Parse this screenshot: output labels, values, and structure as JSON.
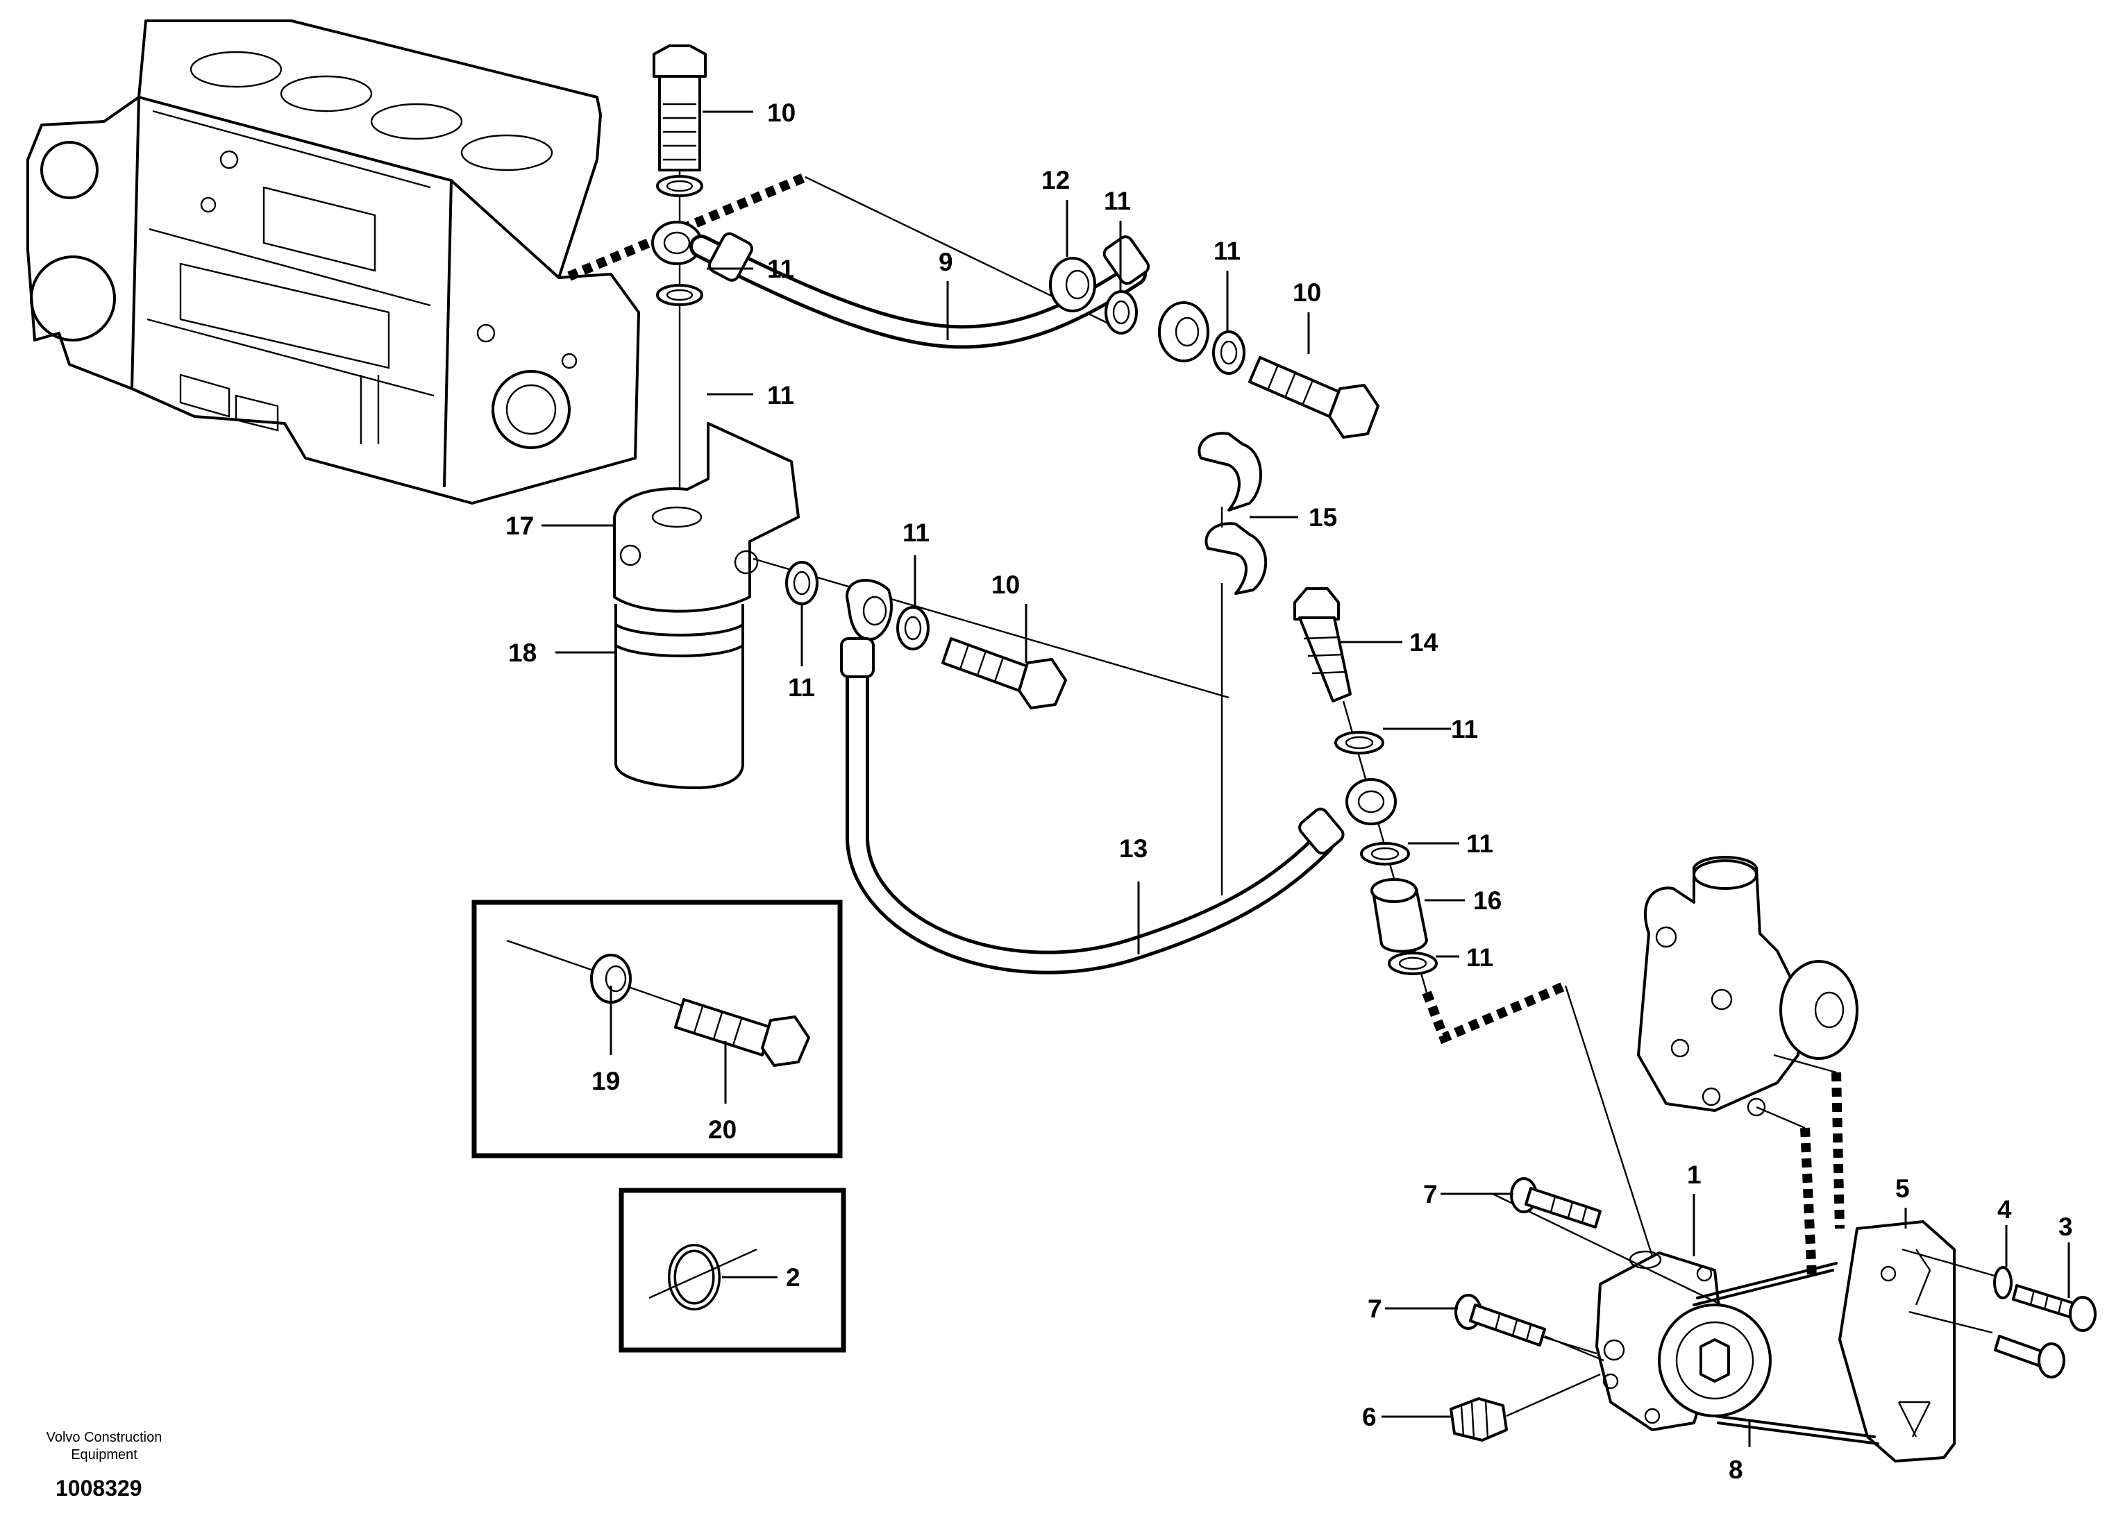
{
  "callouts": {
    "c1": "1",
    "c2": "2",
    "c3": "3",
    "c4": "4",
    "c5": "5",
    "c6": "6",
    "c7a": "7",
    "c7b": "7",
    "c8": "8",
    "c9": "9",
    "c10a": "10",
    "c10b": "10",
    "c10c": "10",
    "c11a": "11",
    "c11b": "11",
    "c11c": "11",
    "c11d": "11",
    "c11e": "11",
    "c11f": "11",
    "c11g": "11",
    "c11h": "11",
    "c11i": "11",
    "c12": "12",
    "c13": "13",
    "c14": "14",
    "c15": "15",
    "c16": "16",
    "c17": "17",
    "c18": "18",
    "c19": "19",
    "c20": "20"
  },
  "footer": {
    "brand_line1": "Volvo Construction",
    "brand_line2": "Equipment",
    "drawing_number": "1008329"
  }
}
